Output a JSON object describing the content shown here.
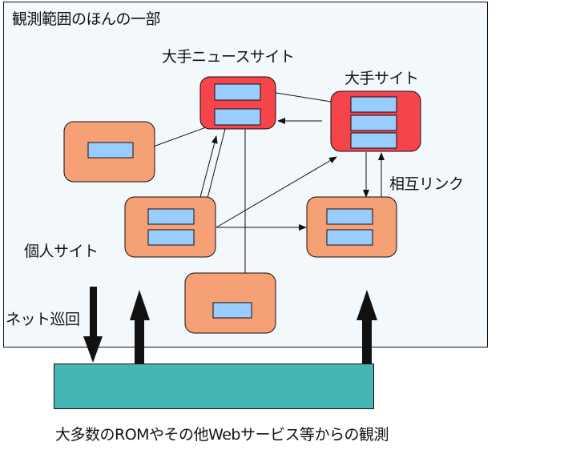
{
  "region_title": "観測範囲のほんの一部",
  "labels": {
    "major_news_site": "大手ニュースサイト",
    "major_site": "大手サイト",
    "personal_site": "個人サイト",
    "mutual_link": "相互リンク",
    "net_patrol": "ネット巡回",
    "bottom_caption": "大多数のROMやその他Webサービス等からの観測"
  },
  "colors": {
    "major_node": "#f5444a",
    "minor_node": "#f5a075",
    "page_block": "#99ccff",
    "region_bg": "#f3f8fd",
    "base_bar": "#46b5b5",
    "ink": "#111111"
  },
  "nodes": [
    {
      "id": "major-news-site",
      "kind": "major",
      "pages": 2
    },
    {
      "id": "major-site",
      "kind": "major",
      "pages": 3
    },
    {
      "id": "site-top-left",
      "kind": "minor",
      "pages": 1
    },
    {
      "id": "personal-site",
      "kind": "minor",
      "pages": 2
    },
    {
      "id": "site-right",
      "kind": "minor",
      "pages": 2
    },
    {
      "id": "site-bottom",
      "kind": "minor",
      "pages": 1
    }
  ],
  "links": [
    {
      "from": "major-news-site",
      "to": "major-site"
    },
    {
      "from": "major-site",
      "to": "major-news-site"
    },
    {
      "from": "major-news-site",
      "to": "site-top-left"
    },
    {
      "from": "major-news-site",
      "to": "personal-site"
    },
    {
      "from": "personal-site",
      "to": "major-news-site"
    },
    {
      "from": "personal-site",
      "to": "major-site"
    },
    {
      "from": "personal-site",
      "to": "site-right"
    },
    {
      "from": "major-news-site",
      "to": "site-bottom"
    },
    {
      "from": "major-site",
      "to": "site-right"
    },
    {
      "from": "site-right",
      "to": "major-site"
    }
  ],
  "observation_arrows": [
    {
      "direction": "down",
      "label": "ネット巡回"
    },
    {
      "direction": "up"
    },
    {
      "direction": "up"
    }
  ]
}
